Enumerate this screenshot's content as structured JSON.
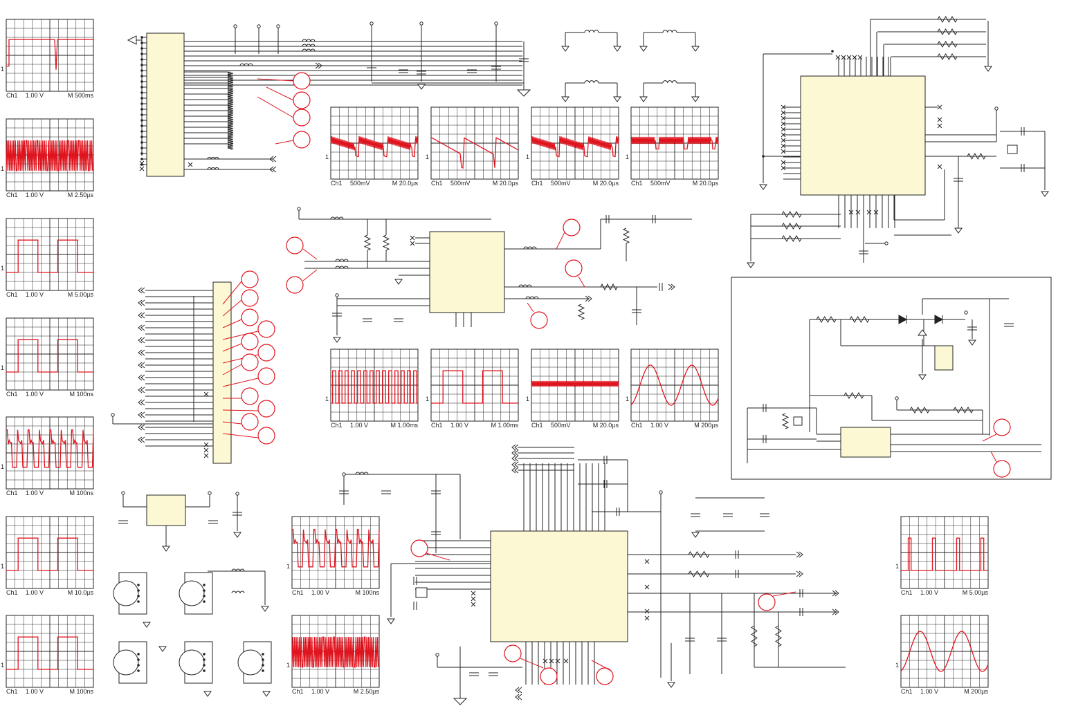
{
  "scope_readouts": [
    {
      "id": "s1",
      "ch": "Ch1",
      "volts": "1.00 V",
      "time": "M 500ms",
      "wave": "step"
    },
    {
      "id": "s2",
      "ch": "Ch1",
      "volts": "1.00 V",
      "time": "M 2.50µs",
      "wave": "burst"
    },
    {
      "id": "s3",
      "ch": "Ch1",
      "volts": "1.00 V",
      "time": "M 5.00µs",
      "wave": "square"
    },
    {
      "id": "s4",
      "ch": "Ch1",
      "volts": "1.00 V",
      "time": "M  100ns",
      "wave": "square"
    },
    {
      "id": "s5",
      "ch": "Ch1",
      "volts": "1.00 V",
      "time": "M  100ns",
      "wave": "ring"
    },
    {
      "id": "s6",
      "ch": "Ch1",
      "volts": "1.00 V",
      "time": "M 10.0µs",
      "wave": "square"
    },
    {
      "id": "s7",
      "ch": "Ch1",
      "volts": "1.00 V",
      "time": "M  100ns",
      "wave": "square"
    },
    {
      "id": "s8",
      "ch": "Ch1",
      "volts": "500mV",
      "time": "M 20.0µs",
      "wave": "video1"
    },
    {
      "id": "s9",
      "ch": "Ch1",
      "volts": "500mV",
      "time": "M 20.0µs",
      "wave": "saw"
    },
    {
      "id": "s10",
      "ch": "Ch1",
      "volts": "500mV",
      "time": "M 20.0µs",
      "wave": "video1"
    },
    {
      "id": "s11",
      "ch": "Ch1",
      "volts": "500mV",
      "time": "M 20.0µs",
      "wave": "video2"
    },
    {
      "id": "s12",
      "ch": "Ch1",
      "volts": "1.00 V",
      "time": "M 1.00ms",
      "wave": "fastsquare"
    },
    {
      "id": "s13",
      "ch": "Ch1",
      "volts": "1.00 V",
      "time": "M 1.00ms",
      "wave": "square"
    },
    {
      "id": "s14",
      "ch": "Ch1",
      "volts": "500mV",
      "time": "M 20.0µs",
      "wave": "band"
    },
    {
      "id": "s15",
      "ch": "Ch1",
      "volts": "1.00 V",
      "time": "M  200µs",
      "wave": "sine"
    },
    {
      "id": "s16",
      "ch": "Ch1",
      "volts": "1.00 V",
      "time": "M  100ns",
      "wave": "ring"
    },
    {
      "id": "s17",
      "ch": "Ch1",
      "volts": "1.00 V",
      "time": "M 2.50µs",
      "wave": "burst"
    },
    {
      "id": "s18",
      "ch": "Ch1",
      "volts": "1.00 V",
      "time": "M 5.00µs",
      "wave": "pulse"
    },
    {
      "id": "s19",
      "ch": "Ch1",
      "volts": "1.00 V",
      "time": "M  200µs",
      "wave": "sine"
    }
  ],
  "marker_ref": "1",
  "colors": {
    "trace": "#e0141e",
    "chip": "#fcf8d4",
    "wire": "#222222",
    "callout": "#e0141e"
  }
}
